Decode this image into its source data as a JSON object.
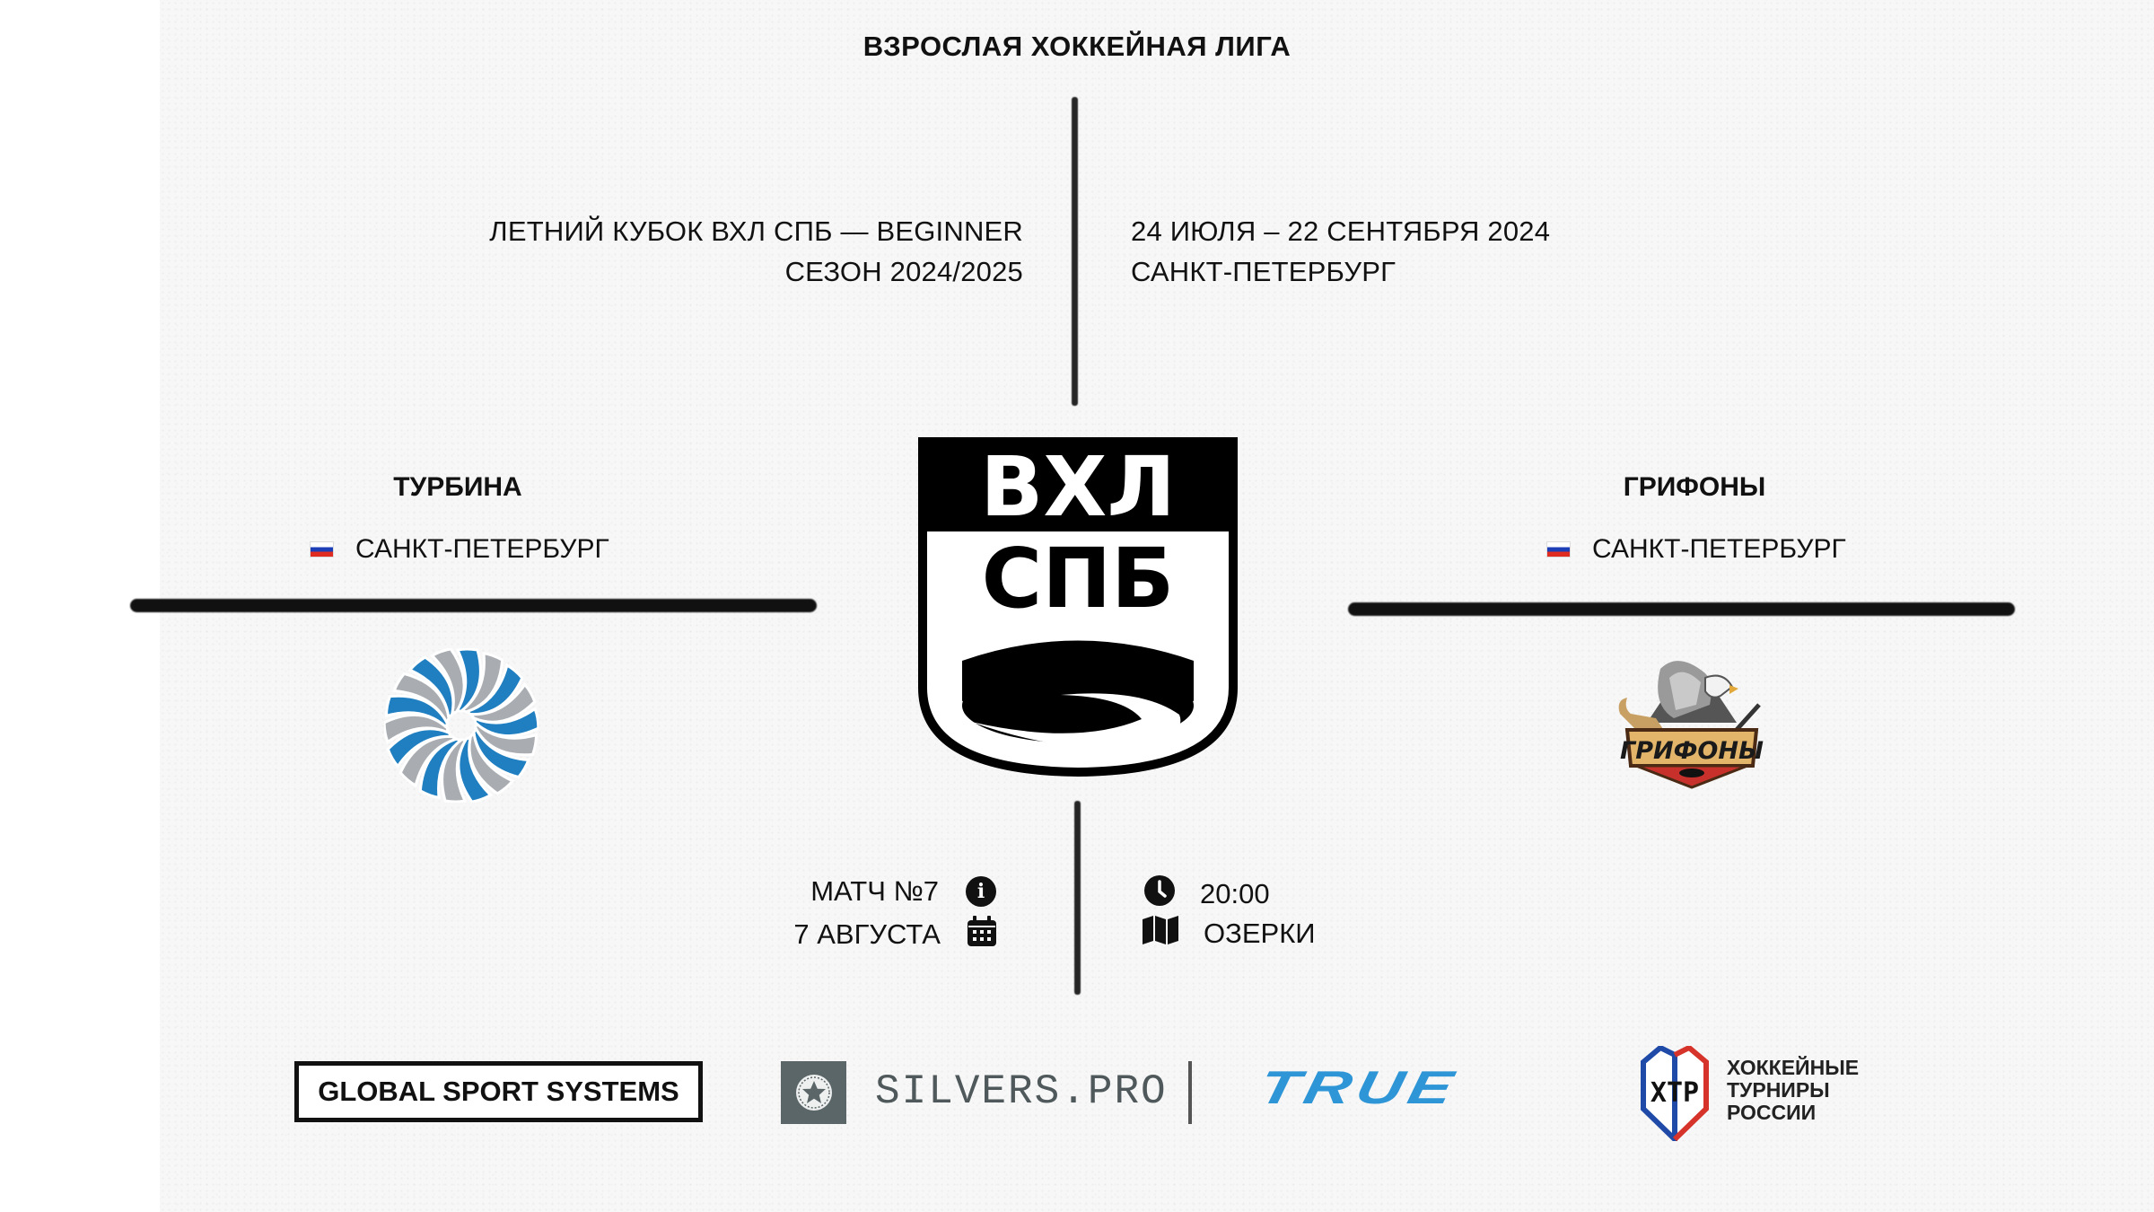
{
  "header": {
    "league": "ВЗРОСЛАЯ ХОККЕЙНАЯ ЛИГА"
  },
  "tournament": {
    "name": "ЛЕТНИЙ КУБОК ВХЛ СПБ — BEGINNER",
    "season": "СЕЗОН 2024/2025",
    "dates": "24 ИЮЛЯ – 22 СЕНТЯБРЯ 2024",
    "city": "САНКТ-ПЕТЕРБУРГ"
  },
  "center_logo": {
    "line1": "ВХЛ",
    "line2": "СПБ"
  },
  "home_team": {
    "name": "ТУРБИНА",
    "city": "САНКТ-ПЕТЕРБУРГ",
    "colors": {
      "blue": "#1f7fc1",
      "silver": "#a9adb2"
    }
  },
  "away_team": {
    "name": "ГРИФОНЫ",
    "city": "САНКТ-ПЕТЕРБУРГ",
    "logo_text": "ГРИФОНЫ",
    "colors": {
      "gold": "#e2b56a",
      "red": "#c8312b"
    }
  },
  "match": {
    "number": "МАТЧ №7",
    "date": "7 АВГУСТА",
    "time": "20:00",
    "venue": "ОЗЕРКИ",
    "icons": [
      "info-icon",
      "calendar-icon",
      "clock-icon",
      "map-icon"
    ]
  },
  "sponsors": {
    "gss": "GLOBAL SPORT SYSTEMS",
    "silvers": "SILVERS.PRO",
    "true": "TRUE",
    "htr_mark": "ХТР",
    "htr_line1": "ХОККЕЙНЫЕ",
    "htr_line2": "ТУРНИРЫ",
    "htr_line3": "РОССИИ",
    "true_color": "#2e95d6",
    "silvers_color": "#5b6668"
  }
}
